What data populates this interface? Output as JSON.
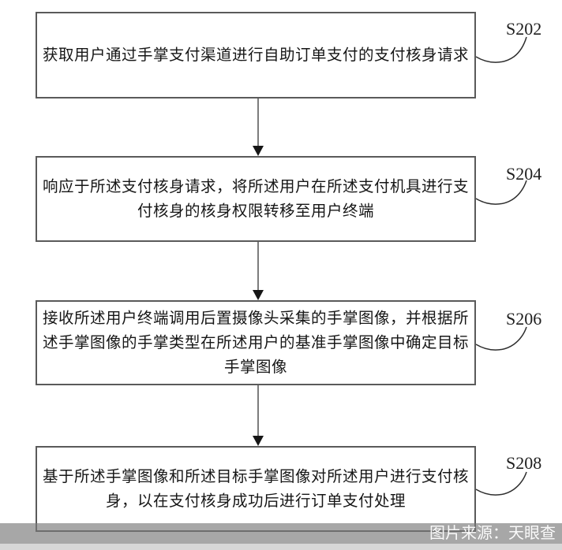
{
  "figure": {
    "type": "patent-flowchart",
    "flow_direction": "top-to-bottom"
  },
  "flowchart": {
    "steps": [
      {
        "label": "S202",
        "text": "获取用户通过手掌支付渠道进行自助订单支付的支付核身请求"
      },
      {
        "label": "S204",
        "text": "响应于所述支付核身请求，将所述用户在所述支付机具进行支\n付核身的核身权限转移至用户终端"
      },
      {
        "label": "S206",
        "text": "接收所述用户终端调用后置摄像头采集的手掌图像，并根据所\n述手掌图像的手掌类型在所述用户的基准手掌图像中确定目标\n手掌图像"
      },
      {
        "label": "S208",
        "text": "基于所述手掌图像和所述目标手掌图像对所述用户进行支付核\n身，以在支付核身成功后进行订单支付处理"
      }
    ]
  },
  "watermark": {
    "text": "图片来源：天眼查",
    "band_color": "#7a7a7a",
    "text_color": "#fafafa"
  },
  "colors": {
    "background": "#ffffff",
    "box_border": "#5a5a5a",
    "arrow_line": "#5c5c5c",
    "arrowhead": "#161616",
    "text": "#161616"
  }
}
